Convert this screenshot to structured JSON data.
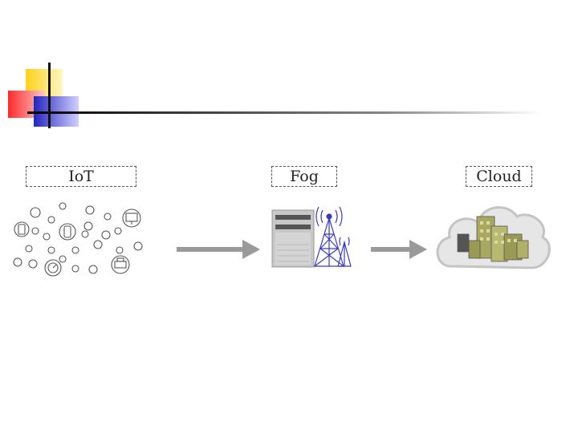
{
  "labels": {
    "iot": "IoT",
    "fog": "Fog",
    "cloud": "Cloud"
  },
  "colors": {
    "deco_yellow": "#ffd21a",
    "deco_red": "#ff3030",
    "deco_blue": "#2828c8",
    "arrow": "#999999",
    "server": "#bdbdbd",
    "tower": "#3a3ac0",
    "cloud": "#e6e6e6",
    "building": "#a8a860"
  },
  "icons": [
    "sensor-device-icon",
    "phone-icon",
    "monitor-icon",
    "printer-icon",
    "gauge-icon",
    "server-icon",
    "antenna-tower-icon",
    "cloud-datacenter-icon",
    "arrow-right-icon"
  ]
}
